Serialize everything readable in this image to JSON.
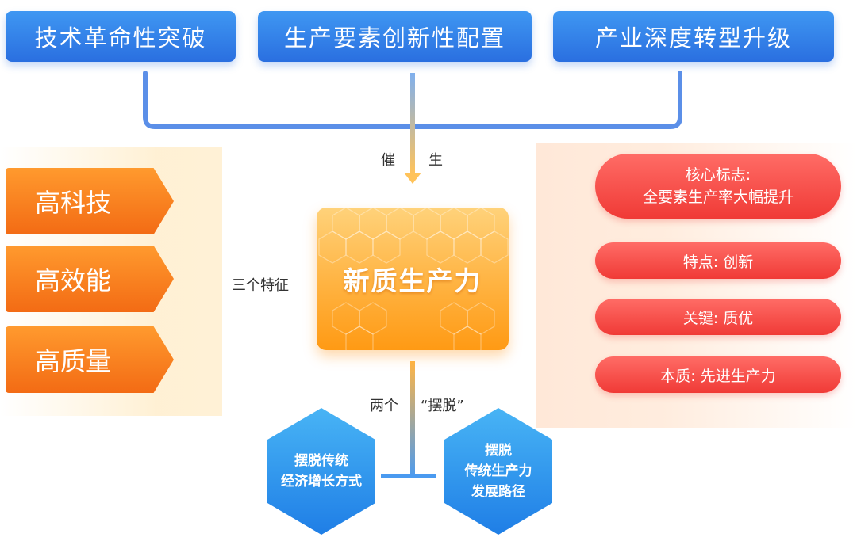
{
  "drivers": [
    {
      "label": "技术革命性突破"
    },
    {
      "label": "生产要素创新性配置"
    },
    {
      "label": "产业深度转型升级"
    }
  ],
  "arrow_label": {
    "left": "催",
    "right": "生"
  },
  "core": {
    "label": "新质生产力"
  },
  "features_caption": "三个特征",
  "features": [
    {
      "label": "高科技"
    },
    {
      "label": "高效能"
    },
    {
      "label": "高质量"
    }
  ],
  "right_items": {
    "core_mark": {
      "line1": "核心标志:",
      "line2": "全要素生产率大幅提升"
    },
    "trait": "特点: 创新",
    "key": "关键: 质优",
    "essence": "本质: 先进生产力"
  },
  "breakaway": {
    "left": "两个",
    "right": "“摆脱”"
  },
  "hexagons": [
    {
      "line1": "摆脱传统",
      "line2": "经济增长方式"
    },
    {
      "line1": "摆脱",
      "line2": "传统生产力",
      "line3": "发展路径"
    }
  ],
  "colors": {
    "driver_blue": "#2a6fe0",
    "feature_orange": "#f36b14",
    "core_orange": "#ff9a14",
    "pill_red": "#f03a36",
    "hex_blue": "#1f7ee6"
  }
}
